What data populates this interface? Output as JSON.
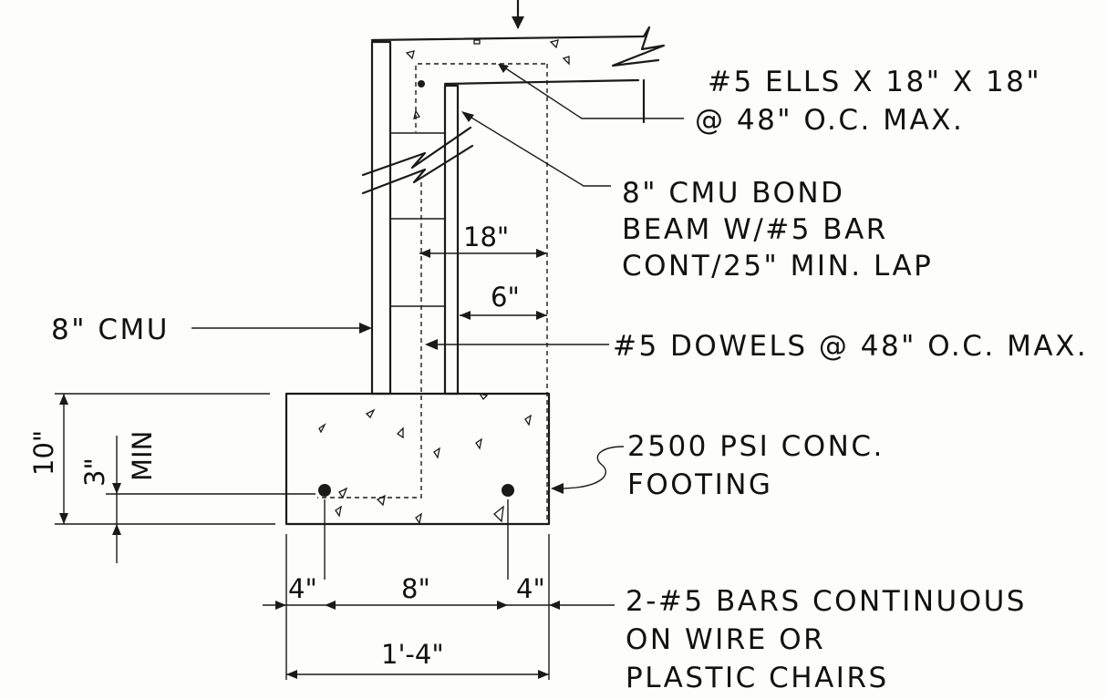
{
  "labels": {
    "ells": [
      "#5 ELLS X 18\" X 18\"",
      "@ 48\" O.C. MAX."
    ],
    "bond_beam": [
      "8\" CMU BOND",
      "BEAM W/#5 BAR",
      "CONT/25\" MIN. LAP"
    ],
    "cmu": "8\" CMU",
    "dowels": "#5 DOWELS @ 48\" O.C. MAX.",
    "footing": [
      "2500 PSI CONC.",
      "FOOTING"
    ],
    "bars": [
      "2-#5 BARS CONTINUOUS",
      "ON WIRE OR",
      "PLASTIC CHAIRS"
    ]
  },
  "dimensions": {
    "ell_leg": "18\"",
    "dowel_leg": "6\"",
    "footing_height": "10\"",
    "cover": "3\"",
    "cover_note": "MIN",
    "left_edge": "4\"",
    "bar_spacing": "8\"",
    "right_edge": "4\"",
    "footing_width": "1'-4\""
  }
}
